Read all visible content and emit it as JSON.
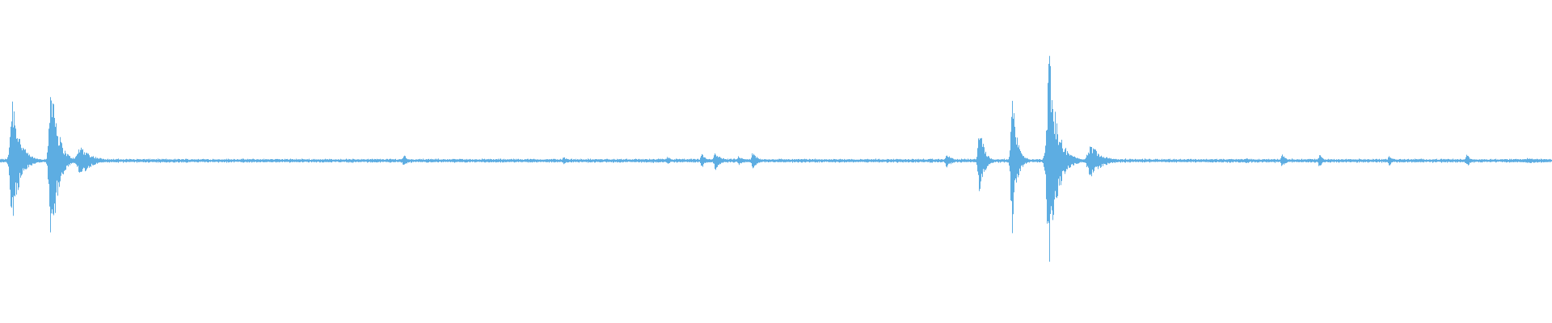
{
  "waveform": {
    "color": "#5dade2",
    "background": "#ffffff",
    "duration_fraction_axis": "normalized",
    "baseline_amplitude": 0.01,
    "events": [
      {
        "t": 0.008,
        "amp": 0.55,
        "width": 0.008
      },
      {
        "t": 0.033,
        "amp": 0.78,
        "width": 0.007
      },
      {
        "t": 0.052,
        "amp": 0.12,
        "width": 0.012
      },
      {
        "t": 0.26,
        "amp": 0.05,
        "width": 0.004
      },
      {
        "t": 0.363,
        "amp": 0.03,
        "width": 0.004
      },
      {
        "t": 0.43,
        "amp": 0.03,
        "width": 0.004
      },
      {
        "t": 0.452,
        "amp": 0.06,
        "width": 0.004
      },
      {
        "t": 0.461,
        "amp": 0.07,
        "width": 0.006
      },
      {
        "t": 0.476,
        "amp": 0.04,
        "width": 0.004
      },
      {
        "t": 0.485,
        "amp": 0.07,
        "width": 0.005
      },
      {
        "t": 0.61,
        "amp": 0.05,
        "width": 0.006
      },
      {
        "t": 0.631,
        "amp": 0.3,
        "width": 0.005
      },
      {
        "t": 0.652,
        "amp": 0.6,
        "width": 0.005
      },
      {
        "t": 0.676,
        "amp": 0.82,
        "width": 0.009
      },
      {
        "t": 0.703,
        "amp": 0.13,
        "width": 0.012
      },
      {
        "t": 0.803,
        "amp": 0.03,
        "width": 0.003
      },
      {
        "t": 0.826,
        "amp": 0.05,
        "width": 0.004
      },
      {
        "t": 0.85,
        "amp": 0.05,
        "width": 0.004
      },
      {
        "t": 0.895,
        "amp": 0.04,
        "width": 0.004
      },
      {
        "t": 0.945,
        "amp": 0.05,
        "width": 0.004
      },
      {
        "t": 0.985,
        "amp": 0.02,
        "width": 0.015
      }
    ]
  }
}
